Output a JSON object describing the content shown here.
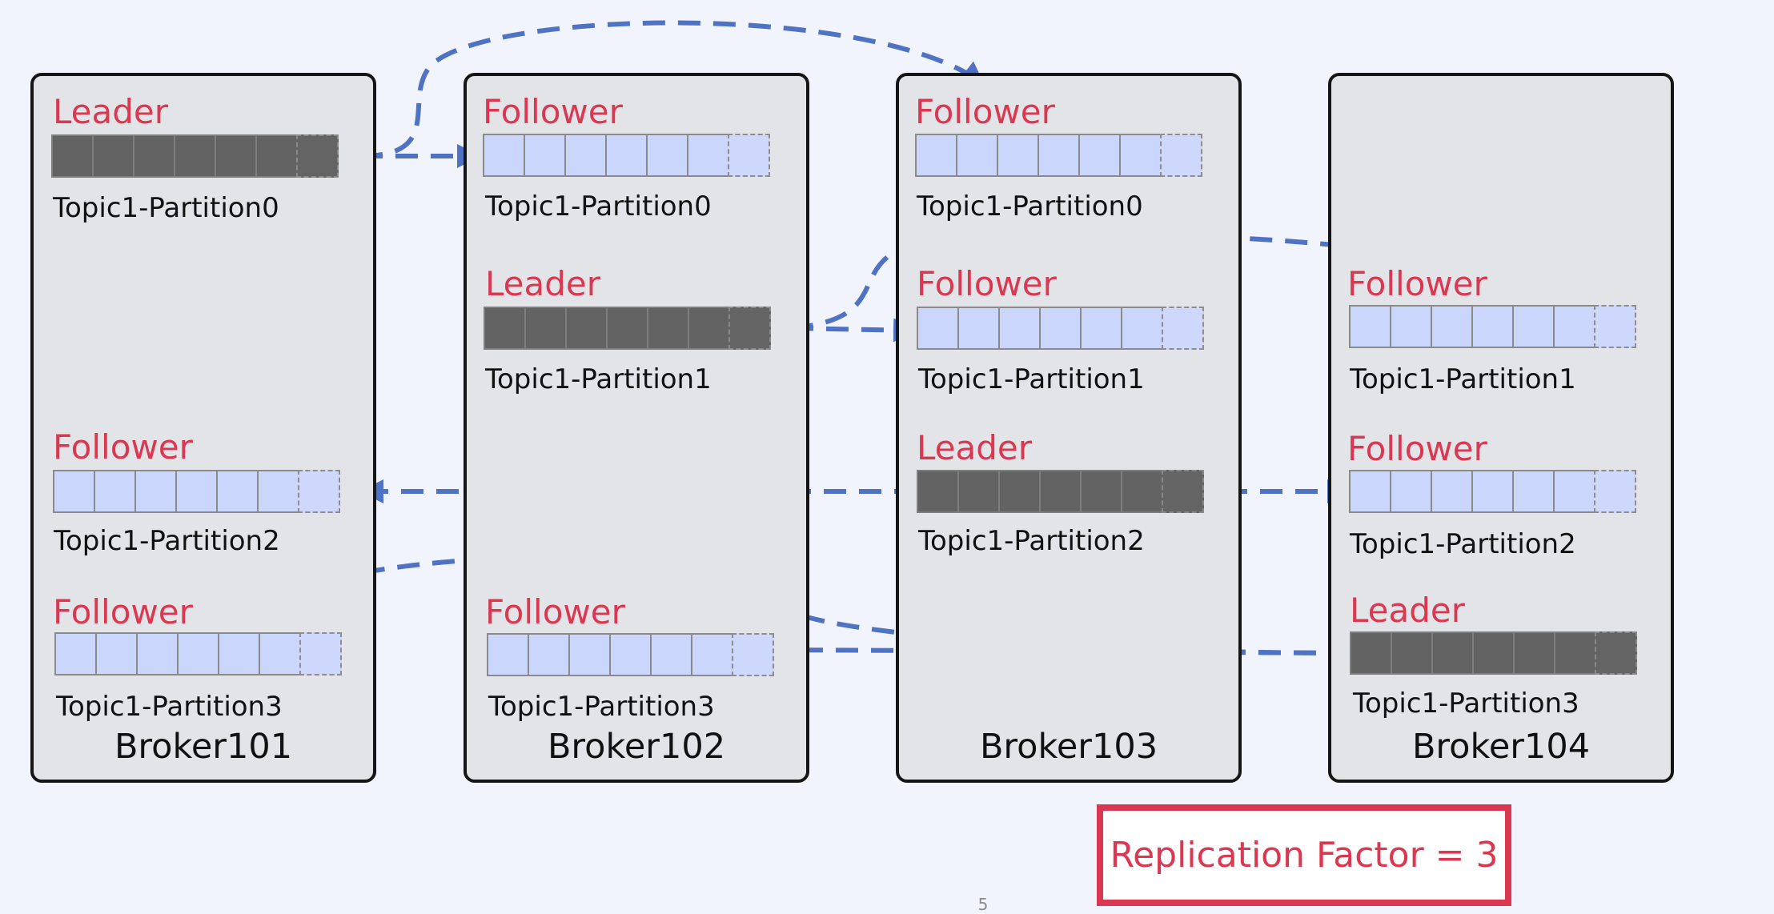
{
  "brokers": [
    {
      "name": "Broker101",
      "partitions": [
        {
          "role": "Leader",
          "label": "Topic1-Partition0"
        },
        {
          "role": "Follower",
          "label": "Topic1-Partition2"
        },
        {
          "role": "Follower",
          "label": "Topic1-Partition3"
        }
      ]
    },
    {
      "name": "Broker102",
      "partitions": [
        {
          "role": "Follower",
          "label": "Topic1-Partition0"
        },
        {
          "role": "Leader",
          "label": "Topic1-Partition1"
        },
        {
          "role": "Follower",
          "label": "Topic1-Partition3"
        }
      ]
    },
    {
      "name": "Broker103",
      "partitions": [
        {
          "role": "Follower",
          "label": "Topic1-Partition0"
        },
        {
          "role": "Follower",
          "label": "Topic1-Partition1"
        },
        {
          "role": "Leader",
          "label": "Topic1-Partition2"
        }
      ]
    },
    {
      "name": "Broker104",
      "partitions": [
        {
          "role": "Follower",
          "label": "Topic1-Partition1"
        },
        {
          "role": "Follower",
          "label": "Topic1-Partition2"
        },
        {
          "role": "Leader",
          "label": "Topic1-Partition3"
        }
      ]
    }
  ],
  "replication_factor_label": "Replication Factor = 3",
  "page_number": "5",
  "colors": {
    "background": "#f1f4fd",
    "broker_fill": "#e3e4e8",
    "role_text": "#dc3750",
    "follower_cell": "#cbd6fc",
    "leader_cell": "#636363",
    "arrow": "#4f72c2"
  }
}
